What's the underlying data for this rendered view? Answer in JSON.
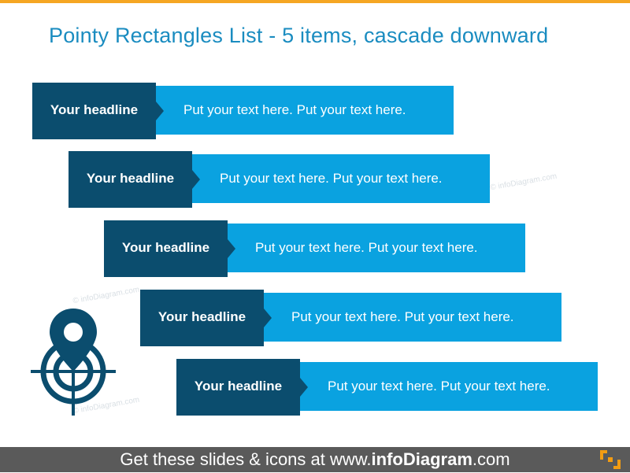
{
  "title": "Pointy Rectangles  List - 5 items, cascade downward",
  "items": [
    {
      "headline": "Your headline",
      "text": "Put your text here. Put your text here."
    },
    {
      "headline": "Your headline",
      "text": "Put your text here. Put your text here."
    },
    {
      "headline": "Your headline",
      "text": "Put your text here. Put your text here."
    },
    {
      "headline": "Your headline",
      "text": "Put your text here. Put your text here."
    },
    {
      "headline": "Your headline",
      "text": "Put your text here. Put your text here."
    }
  ],
  "watermark": "© infoDiagram.com",
  "footer": {
    "prefix": "Get these slides & icons at www.",
    "brand": "infoDiagram",
    "suffix": ".com"
  },
  "icons": {
    "main": "location-pin-target-icon",
    "logo": "infodiagram-logo-icon"
  },
  "colors": {
    "title": "#1a8cc0",
    "headline_box": "#0b4d6e",
    "text_box": "#0aa2e0",
    "accent_bar": "#f5a623",
    "footer_bg": "#5a5a5a",
    "logo": "#f39c12"
  }
}
